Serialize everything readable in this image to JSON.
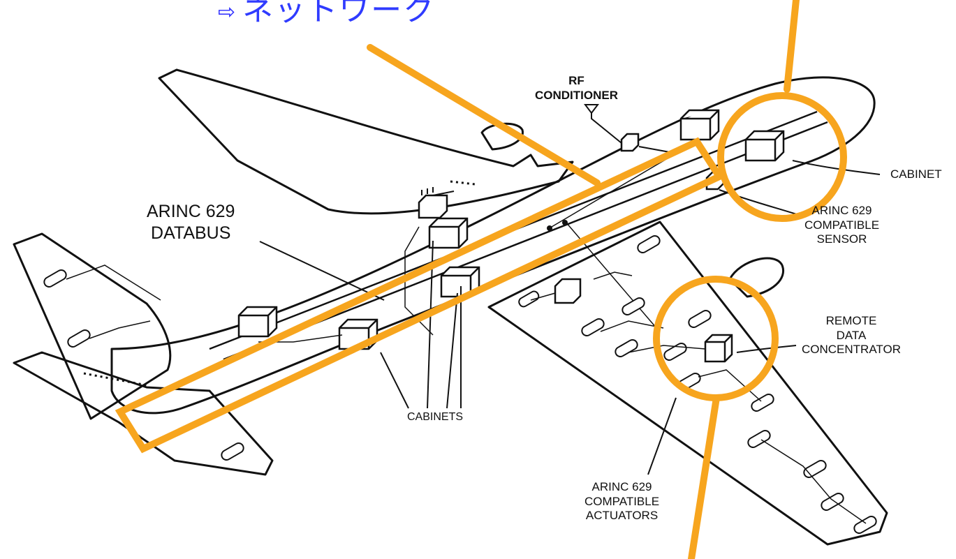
{
  "heading": {
    "arrow": "⇨",
    "text": "ネットワーク"
  },
  "labels": {
    "rf_conditioner": [
      "RF",
      "CONDITIONER"
    ],
    "databus": [
      "ARINC 629",
      "DATABUS"
    ],
    "cabinet": "CABINET",
    "sensor": [
      "ARINC 629",
      "COMPATIBLE",
      "SENSOR"
    ],
    "rdc": [
      "REMOTE",
      "DATA",
      "CONCENTRATOR"
    ],
    "cabinets": "CABINETS",
    "actuators": [
      "ARINC 629",
      "COMPATIBLE",
      "ACTUATORS"
    ]
  },
  "colors": {
    "highlight": "#f7a51e",
    "heading": "#2f3bff",
    "ink": "#111111"
  }
}
